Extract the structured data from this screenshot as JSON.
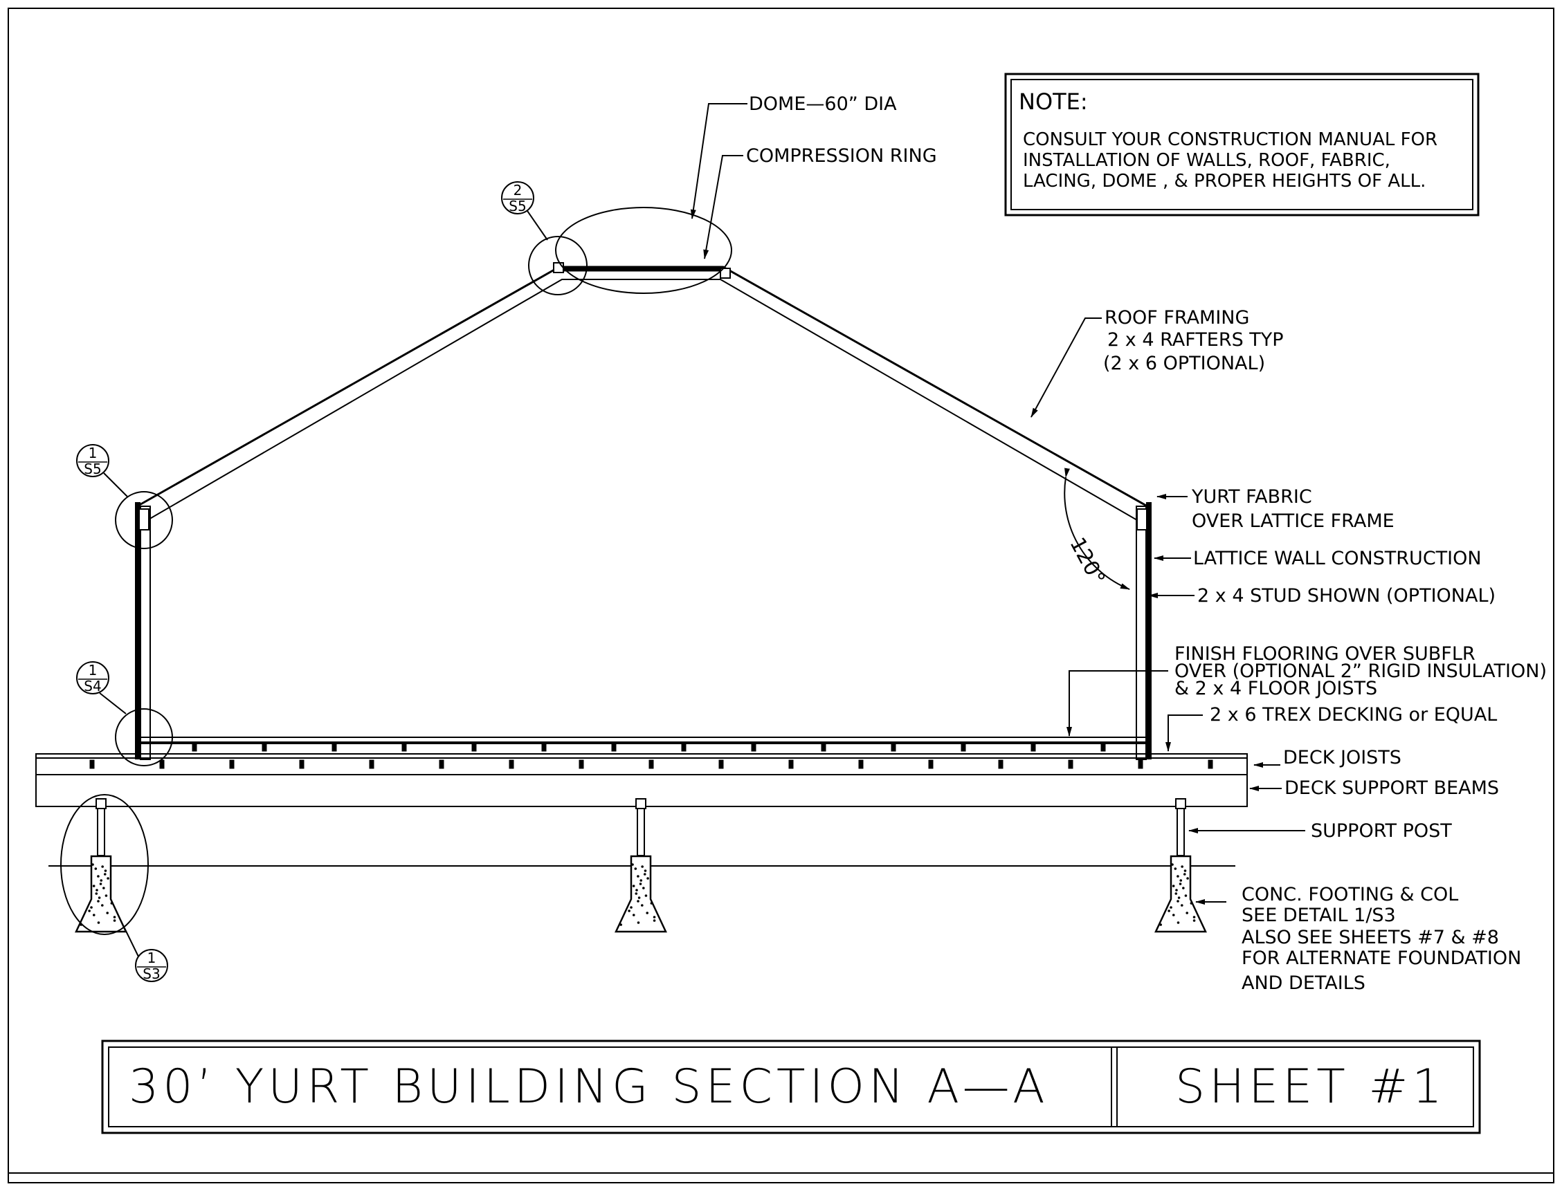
{
  "callouts": {
    "dome": "DOME—60” DIA",
    "compression_ring": "COMPRESSION RING",
    "roof_framing": [
      "ROOF FRAMING",
      "2 x 4 RAFTERS TYP",
      "(2 x 6  OPTIONAL)"
    ],
    "yurt_fabric": [
      "YURT FABRIC",
      "OVER LATTICE FRAME"
    ],
    "lattice_wall": "LATTICE WALL CONSTRUCTION",
    "stud": "2 x 4 STUD SHOWN (OPTIONAL)",
    "finish_flooring": [
      "FINISH FLOORING OVER SUBFLR",
      "OVER (OPTIONAL 2” RIGID INSULATION)",
      "& 2 x 4 FLOOR JOISTS"
    ],
    "trex": "2 x 6 TREX  DECKING or EQUAL",
    "deck_joists": "DECK JOISTS",
    "deck_beams": "DECK SUPPORT BEAMS",
    "support_post": "SUPPORT POST",
    "footing": [
      "CONC. FOOTING & COL",
      "SEE DETAIL  1/S3",
      "ALSO SEE SHEETS #7 & #8",
      "FOR ALTERNATE FOUNDATION",
      "AND DETAILS"
    ],
    "angle": "120°"
  },
  "note": {
    "title": "NOTE:",
    "lines": [
      "CONSULT YOUR CONSTRUCTION MANUAL FOR",
      "INSTALLATION OF WALLS, ROOF, FABRIC,",
      "LACING, DOME , & PROPER HEIGHTS OF ALL."
    ]
  },
  "detail_tags": {
    "dome_detail": {
      "num": "2",
      "sheet": "S5"
    },
    "eave_detail": {
      "num": "1",
      "sheet": "S5"
    },
    "floor_detail": {
      "num": "1",
      "sheet": "S4"
    },
    "footing_detail": {
      "num": "1",
      "sheet": "S3"
    }
  },
  "title_block": {
    "title": "30’ YURT BUILDING SECTION A—A",
    "sheet": "SHEET #1"
  }
}
